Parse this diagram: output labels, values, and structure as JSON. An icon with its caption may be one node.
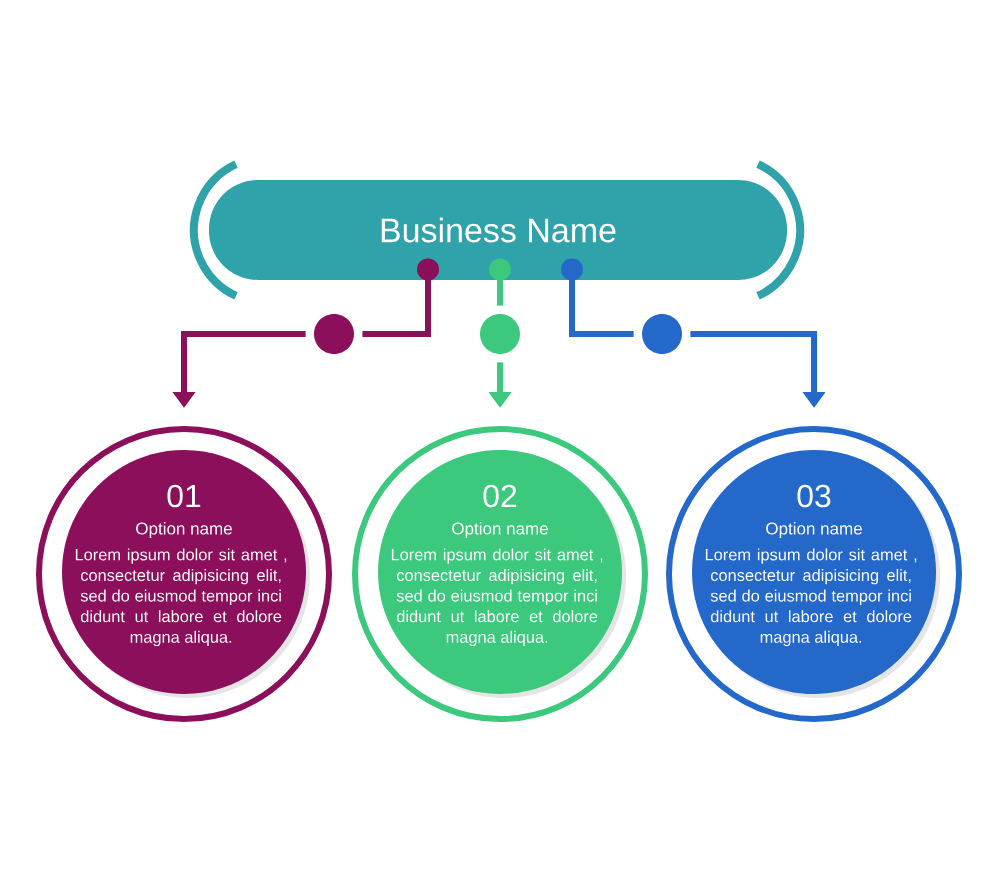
{
  "diagram": {
    "nodes": [
      {
        "text": [
          "Business Name"
        ]
      },
      {
        "text": [],
        "shape": "circle"
      },
      {
        "text": [],
        "shape": "circle"
      },
      {
        "text": [],
        "shape": "circle"
      },
      {
        "text": [
          "01",
          "Option name",
          "Lorem ipsum dolor sit amet , consectetur adipisicing elit, sed do eiusmod tempor inci didunt ut labore et dolore magna aliqua."
        ]
      },
      {
        "text": [
          "02",
          "Option name",
          "Lorem ipsum dolor sit amet , consectetur adipisicing elit, sed do eiusmod tempor inci didunt ut labore et dolore magna aliqua."
        ]
      },
      {
        "text": [
          "03",
          "Option name",
          "Lorem ipsum dolor sit amet , consectetur adipisicing elit, sed do eiusmod tempor inci didunt ut labore et dolore magna aliqua."
        ]
      }
    ],
    "edges": [
      {
        "from": 0,
        "to": 1,
        "arrow": "other",
        "color": "#8b0f5a"
      },
      {
        "from": 0,
        "to": 2,
        "arrow": "other",
        "color": "#3cc87d"
      },
      {
        "from": 0,
        "to": 3,
        "arrow": "other",
        "color": "#2468c9"
      },
      {
        "from": 1,
        "to": 4,
        "arrow": "to",
        "color": "#8b0f5a"
      },
      {
        "from": 2,
        "to": 5,
        "arrow": "to",
        "color": "#3cc87d"
      },
      {
        "from": 3,
        "to": 6,
        "arrow": "to",
        "color": "#2468c9"
      }
    ]
  }
}
